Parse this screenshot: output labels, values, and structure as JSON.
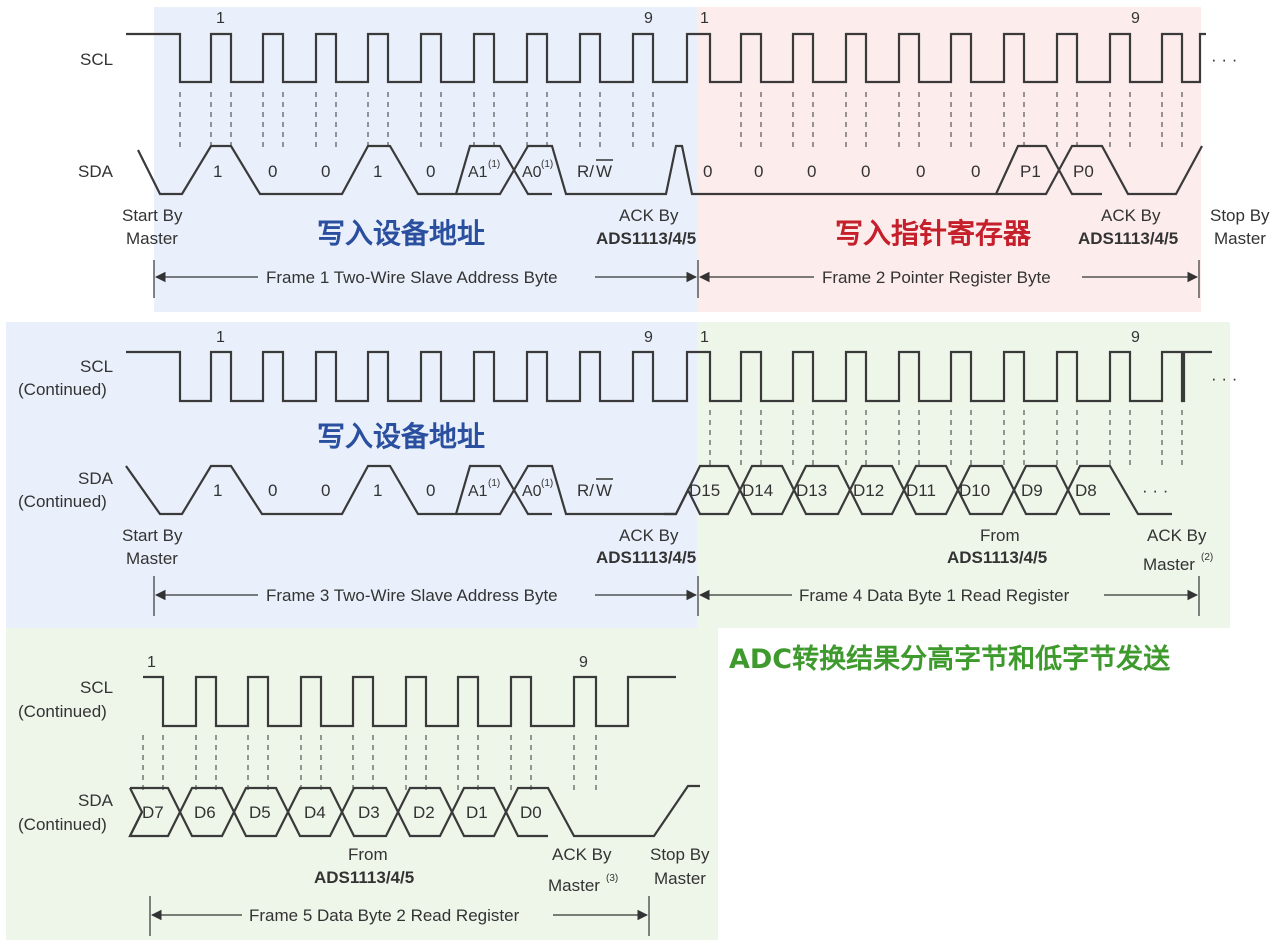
{
  "colors": {
    "panel_blue": "#eaf0fb",
    "panel_pink": "#fdecec",
    "panel_green": "#eef6ea",
    "title_blue": "#2a4f9e",
    "title_red": "#c41f2a",
    "title_green": "#3e9a2d"
  },
  "signals": {
    "scl": "SCL",
    "sda": "SDA",
    "continued": "(Continued)"
  },
  "ellipsis": "· · ·",
  "notes": {
    "sup1": "(1)",
    "sup2": "(2)",
    "sup3": "(3)"
  },
  "pulse_numbers": {
    "first": "1",
    "ninth": "9"
  },
  "annotations": {
    "start_by": "Start By",
    "master": "Master",
    "ack_by": "ACK By",
    "device": "ADS1113/4/5",
    "stop_by": "Stop By",
    "from": "From"
  },
  "titles": {
    "write_address": "写入设备地址",
    "write_pointer": "写入指针寄存器",
    "adc_result": "ADC转换结果分高字节和低字节发送"
  },
  "frames": {
    "frame1": "Frame 1 Two-Wire Slave Address Byte",
    "frame2": "Frame 2 Pointer Register Byte",
    "frame3": "Frame 3 Two-Wire Slave Address Byte",
    "frame4": "Frame 4 Data Byte 1 Read Register",
    "frame5": "Frame 5 Data Byte 2 Read Register"
  },
  "address_bits": {
    "b1": "1",
    "b2": "0",
    "b3": "0",
    "b4": "1",
    "b5": "0",
    "a1": "A1",
    "a0": "A0",
    "r": "R/",
    "w": "W"
  },
  "pointer_bits": [
    "0",
    "0",
    "0",
    "0",
    "0",
    "0",
    "P1",
    "P0"
  ],
  "data_high_bits": [
    "D15",
    "D14",
    "D13",
    "D12",
    "D11",
    "D10",
    "D9",
    "D8"
  ],
  "data_low_bits": [
    "D7",
    "D6",
    "D5",
    "D4",
    "D3",
    "D2",
    "D1",
    "D0"
  ]
}
